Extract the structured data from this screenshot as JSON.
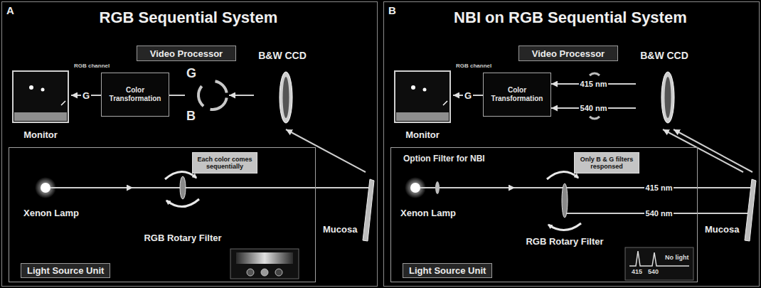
{
  "diagram": {
    "nodes": [
      {
        "text": [
          "A",
          "RGB Sequential System"
        ]
      },
      {
        "text": [
          "Video Processor"
        ],
        "in": 0
      },
      {
        "text": [
          "Monitor"
        ],
        "in": 0
      },
      {
        "text": [
          "Color Transformation"
        ],
        "in": 0
      },
      {
        "text": [
          "G",
          "B"
        ],
        "in": 0
      },
      {
        "text": [
          "B&W CCD"
        ],
        "in": 0
      },
      {
        "text": [
          "Light Source Unit"
        ],
        "in": 0
      },
      {
        "text": [
          "Xenon Lamp"
        ],
        "in": 6
      },
      {
        "text": [
          "RGB Rotary Filter"
        ],
        "in": 6
      },
      {
        "text": [
          "Each color comes sequentially"
        ],
        "in": 6
      },
      {
        "text": [
          "Mucosa"
        ],
        "in": 0
      },
      {
        "text": [
          "B",
          "NBI on RGB Sequential System"
        ]
      },
      {
        "text": [
          "Video Processor"
        ],
        "in": 11
      },
      {
        "text": [
          "Monitor"
        ],
        "in": 11
      },
      {
        "text": [
          "Color Transformation"
        ],
        "in": 11
      },
      {
        "text": [
          "B&W CCD"
        ],
        "in": 11
      },
      {
        "text": [
          "Light Source Unit"
        ],
        "in": 11
      },
      {
        "text": [
          "Xenon Lamp"
        ],
        "in": 16
      },
      {
        "text": [
          "RGB Rotary Filter"
        ],
        "in": 16
      },
      {
        "text": [
          "Only B & G filters responsed"
        ],
        "in": 16
      },
      {
        "text": [
          "Mucosa"
        ],
        "in": 11
      }
    ],
    "edges": [
      {
        "from": 7,
        "to": 8,
        "arrow": "to"
      },
      {
        "from": 8,
        "to": 10,
        "arrow": "none"
      },
      {
        "from": 10,
        "to": 5,
        "arrow": "to"
      },
      {
        "from": 5,
        "to": 4,
        "arrow": "to"
      },
      {
        "from": 4,
        "to": 3,
        "arrow": "none"
      },
      {
        "from": 3,
        "to": 2,
        "label": "G",
        "arrow": "to"
      },
      {
        "from": 17,
        "to": 18,
        "arrow": "to"
      },
      {
        "from": 18,
        "to": 20,
        "label": "415 nm",
        "arrow": "none"
      },
      {
        "from": 18,
        "to": 20,
        "label": "540 nm",
        "arrow": "none"
      },
      {
        "from": 20,
        "to": 15,
        "arrow": "to"
      },
      {
        "from": 20,
        "to": 15,
        "arrow": "to"
      },
      {
        "from": 15,
        "to": 14,
        "label": "415 nm",
        "arrow": "to"
      },
      {
        "from": 15,
        "to": 14,
        "label": "540 nm",
        "arrow": "to"
      },
      {
        "from": 14,
        "to": 13,
        "label": "G",
        "arrow": "to"
      }
    ],
    "labels": [
      "RGB channel",
      "RGB channel",
      "Option Filter for NBI",
      "415",
      "540",
      "No light"
    ]
  }
}
